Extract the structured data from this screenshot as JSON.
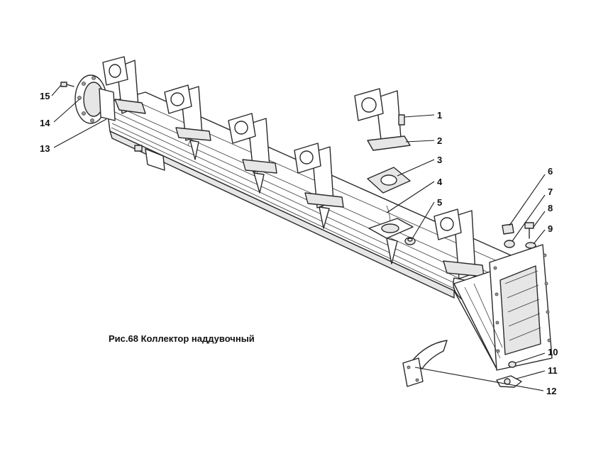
{
  "figure": {
    "caption": "Рис.68 Коллектор наддувочный"
  },
  "callouts": [
    {
      "label": "1"
    },
    {
      "label": "2"
    },
    {
      "label": "3"
    },
    {
      "label": "4"
    },
    {
      "label": "5"
    },
    {
      "label": "6"
    },
    {
      "label": "7"
    },
    {
      "label": "8"
    },
    {
      "label": "9"
    },
    {
      "label": "10"
    },
    {
      "label": "11"
    },
    {
      "label": "12"
    },
    {
      "label": "13"
    },
    {
      "label": "14"
    },
    {
      "label": "15"
    }
  ]
}
